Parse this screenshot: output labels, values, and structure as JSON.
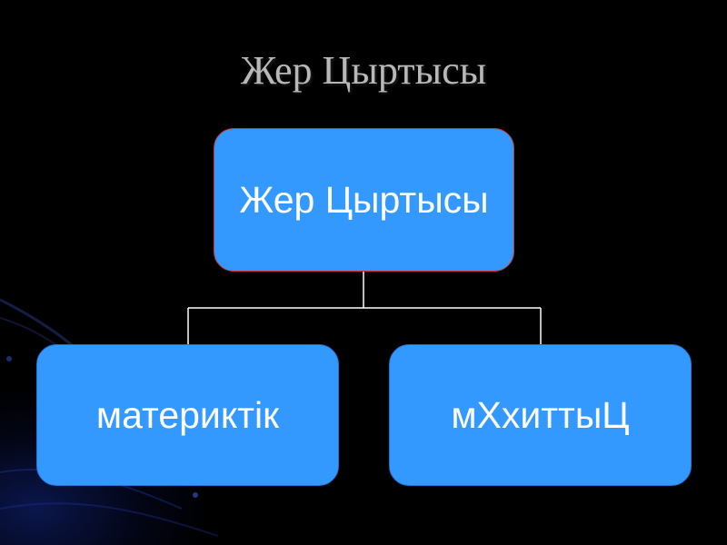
{
  "slide": {
    "title": "Жер Цыртысы"
  },
  "diagram": {
    "root": {
      "label": "Жер Цыртысы"
    },
    "children": [
      {
        "label": "материктік"
      },
      {
        "label": "мХхиттыЦ"
      }
    ]
  },
  "colors": {
    "background": "#000000",
    "node_fill": "#3399ff",
    "node_text": "#ffffff",
    "title_text": "#b8b8b8",
    "root_border": "#cc3333",
    "connector": "#ffffff"
  }
}
